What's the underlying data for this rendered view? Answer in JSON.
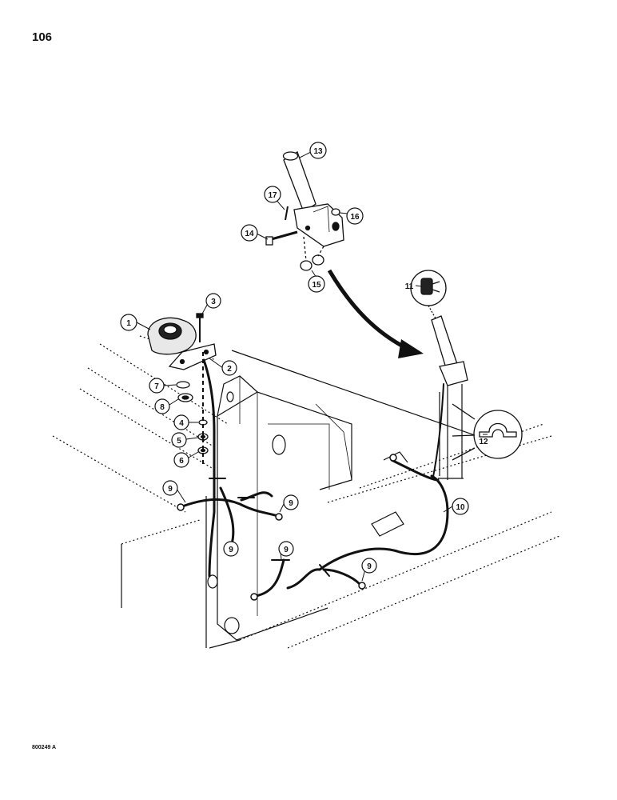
{
  "page_number": "106",
  "figure_code": "800249 A",
  "callouts": [
    {
      "id": "1",
      "label": "1"
    },
    {
      "id": "2",
      "label": "2"
    },
    {
      "id": "3",
      "label": "3"
    },
    {
      "id": "4",
      "label": "4"
    },
    {
      "id": "5",
      "label": "5"
    },
    {
      "id": "6",
      "label": "6"
    },
    {
      "id": "7",
      "label": "7"
    },
    {
      "id": "8",
      "label": "8"
    },
    {
      "id": "9a",
      "label": "9"
    },
    {
      "id": "9b",
      "label": "9"
    },
    {
      "id": "9c",
      "label": "9"
    },
    {
      "id": "9d",
      "label": "9"
    },
    {
      "id": "9e",
      "label": "9"
    },
    {
      "id": "10",
      "label": "10"
    },
    {
      "id": "11",
      "label": "11"
    },
    {
      "id": "12",
      "label": "12"
    },
    {
      "id": "13",
      "label": "13"
    },
    {
      "id": "14",
      "label": "14"
    },
    {
      "id": "15",
      "label": "15"
    },
    {
      "id": "16",
      "label": "16"
    },
    {
      "id": "17",
      "label": "17"
    }
  ]
}
